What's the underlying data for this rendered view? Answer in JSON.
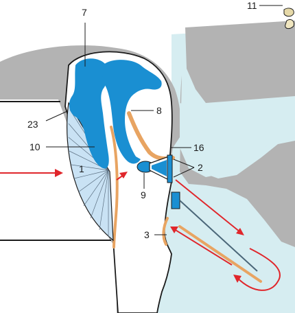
{
  "labels": {
    "l7": "7",
    "l8": "8",
    "l23": "23",
    "l10": "10",
    "l1": "1",
    "l16": "16",
    "l2": "2",
    "l9": "9",
    "l3": "3",
    "l11": "11"
  },
  "colors": {
    "bone_gray": "#b3b3b3",
    "fluid_light": "#d6edf1",
    "ossicle_blue": "#1a8fd2",
    "membrane_blue": "#c9e2f4",
    "nerve_orange": "#e8a462",
    "arrow_red": "#e0262b",
    "line_black": "#1a1a1a"
  }
}
